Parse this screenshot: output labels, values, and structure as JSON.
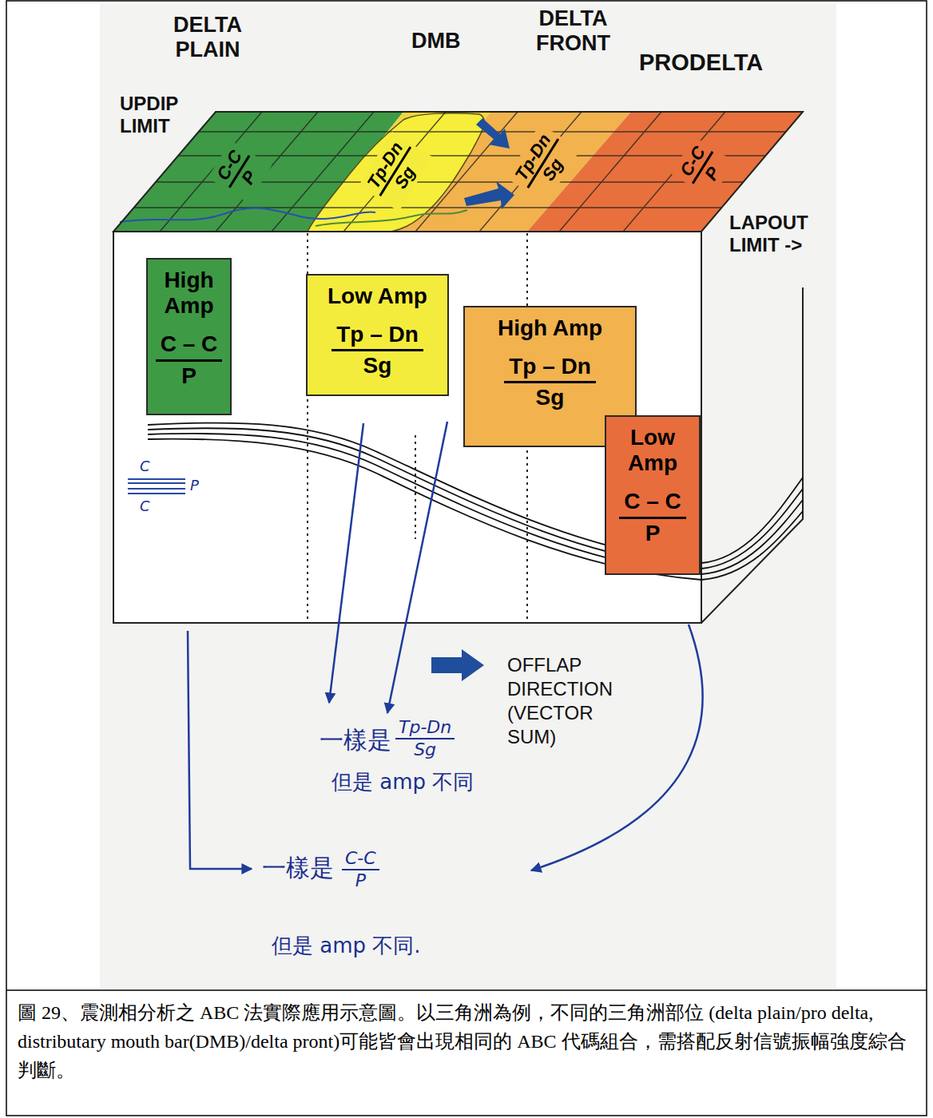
{
  "diagram": {
    "caption": "圖 29、震測相分析之 ABC 法實際應用示意圖。以三角洲為例，不同的三角洲部位 (delta plain/pro delta, distributary mouth bar(DMB)/delta pront)可能皆會出現相同的 ABC 代碼組合，需搭配反射信號振幅強度綜合判斷。",
    "nodes": [
      {
        "text": [
          "High Amp",
          "C – C",
          "P"
        ]
      },
      {
        "text": [
          "Low Amp",
          "Tp – Dn",
          "Sg"
        ]
      },
      {
        "text": [
          "High Amp",
          "Tp – Dn",
          "Sg"
        ]
      },
      {
        "text": [
          "Low Amp",
          "C – C",
          "P"
        ]
      }
    ],
    "labels": [
      "DELTA PLAIN",
      "DMB",
      "DELTA FRONT",
      "PRODELTA",
      "UPDIP LIMIT",
      "LAPOUT LIMIT ->",
      "C-C",
      "P",
      "Tp-Dn",
      "Sg",
      "Tp-Dn",
      "Sg",
      "C-C",
      "P",
      "C",
      "P",
      "C",
      "OFFLAP DIRECTION (VECTOR SUM)",
      "一樣是",
      "Tp-Dn",
      "Sg",
      "但是 amp 不同",
      "一樣是",
      "C-C",
      "P",
      "但是 amp 不同."
    ]
  }
}
